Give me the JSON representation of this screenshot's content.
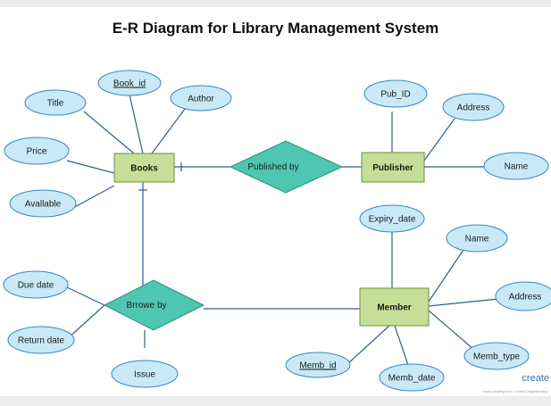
{
  "title": "E-R Diagram for Library Management System",
  "colors": {
    "entity_fill": "#c6df98",
    "entity_stroke": "#6e8f3a",
    "relationship_fill": "#4fc6b2",
    "relationship_stroke": "#2a8f7f",
    "attribute_fill": "#c9e9f7",
    "attribute_stroke": "#3a86c4",
    "line": "#2f5e93"
  },
  "entities": {
    "books": "Books",
    "publisher": "Publisher",
    "member": "Member"
  },
  "relationships": {
    "published_by": "Published by",
    "borrowed_by": "Brrowe by"
  },
  "attributes": {
    "book_id": "Book_id",
    "title": "Title",
    "author": "Author",
    "price": "Price",
    "available": "Avallable",
    "pub_id": "Pub_ID",
    "publisher_address": "Address",
    "publisher_name": "Name",
    "expiry_date": "Expiry_date",
    "member_name": "Name",
    "member_address": "Address",
    "memb_type": "Memb_type",
    "memb_date": "Memb_date",
    "memb_id": "Memb_id",
    "due_date": "Due date",
    "return_date": "Return date",
    "issue": "Issue"
  },
  "watermark": {
    "brand": "create",
    "tagline": "www.creately.com • Online Diagramming"
  }
}
